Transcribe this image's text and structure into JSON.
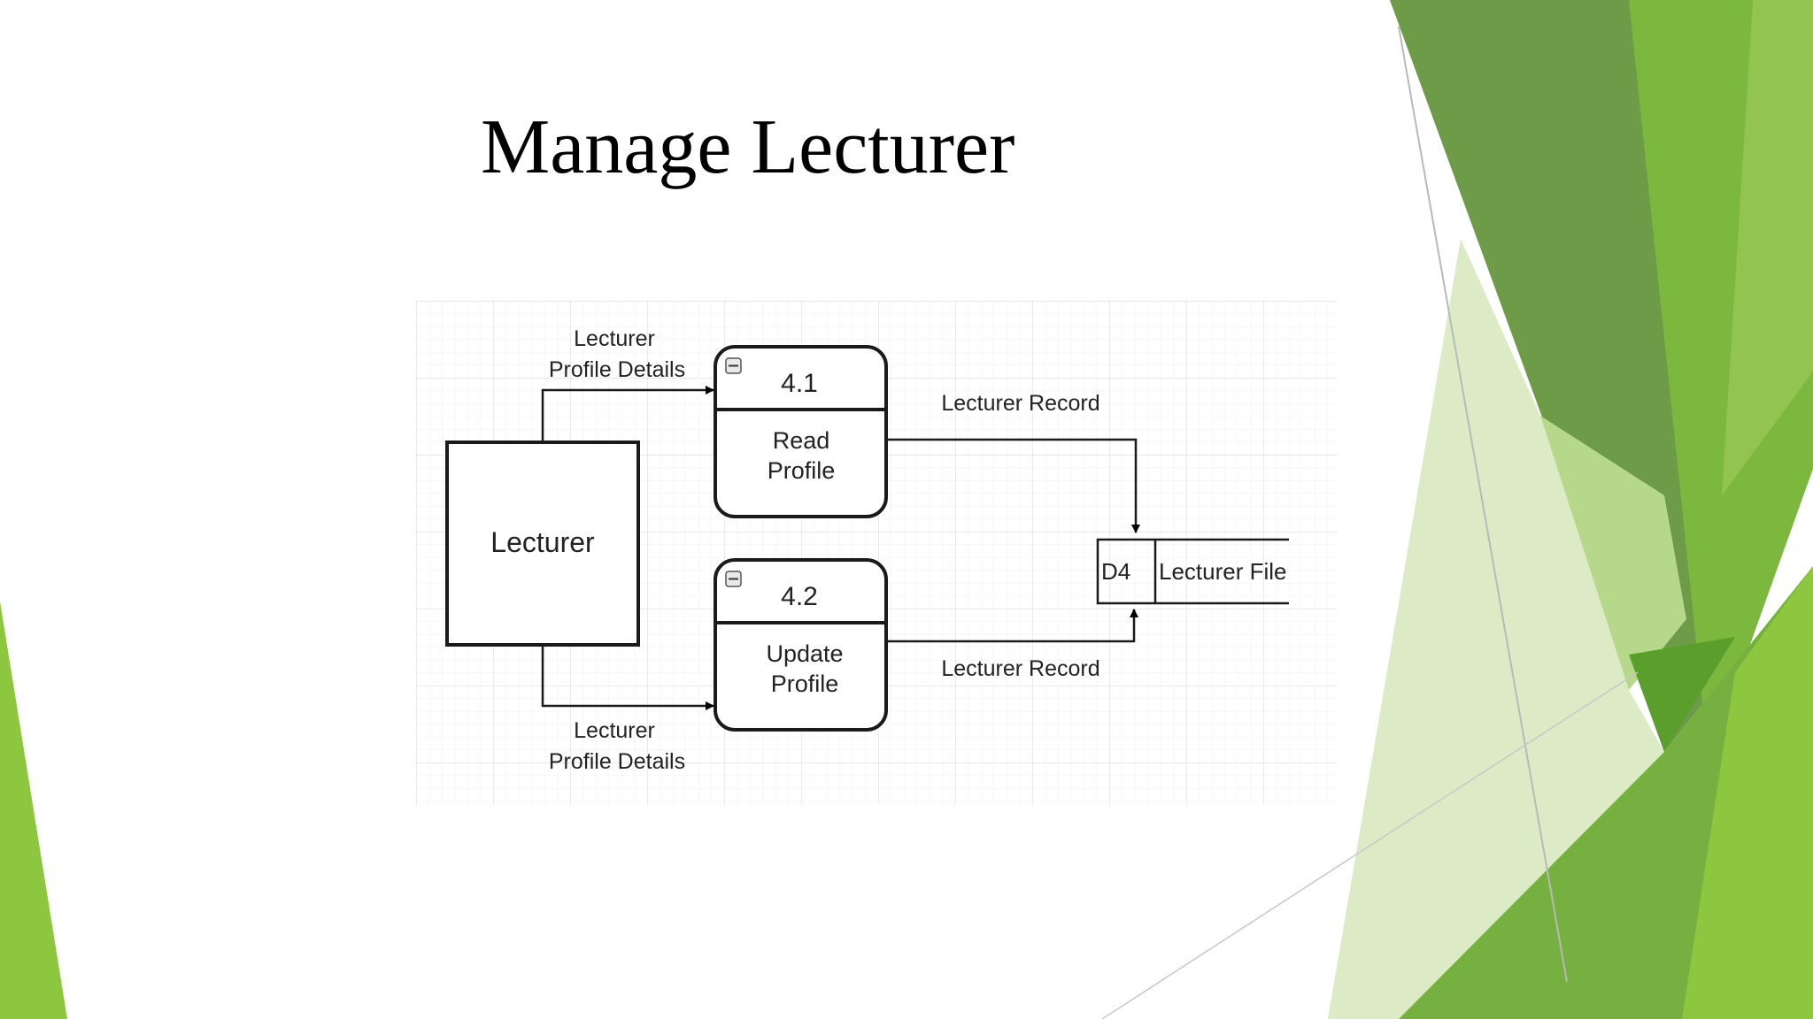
{
  "slide": {
    "title": "Manage Lecturer"
  },
  "theme": {
    "accent_colors": [
      "#8dc63f",
      "#6d9b48",
      "#76b041",
      "#b5d88a",
      "#dcebc5",
      "#5a9e2b"
    ]
  },
  "diagram": {
    "entity": {
      "label": "Lecturer"
    },
    "processes": [
      {
        "id": "4.1",
        "name_line1": "Read",
        "name_line2": "Profile"
      },
      {
        "id": "4.2",
        "name_line1": "Update",
        "name_line2": "Profile"
      }
    ],
    "datastore": {
      "id": "D4",
      "name": "Lecturer File"
    },
    "flows": [
      {
        "line1": "Lecturer",
        "line2": "Profile Details"
      },
      {
        "line1": "Lecturer",
        "line2": "Profile Details"
      },
      {
        "label": "Lecturer Record"
      },
      {
        "label": "Lecturer Record"
      }
    ]
  }
}
